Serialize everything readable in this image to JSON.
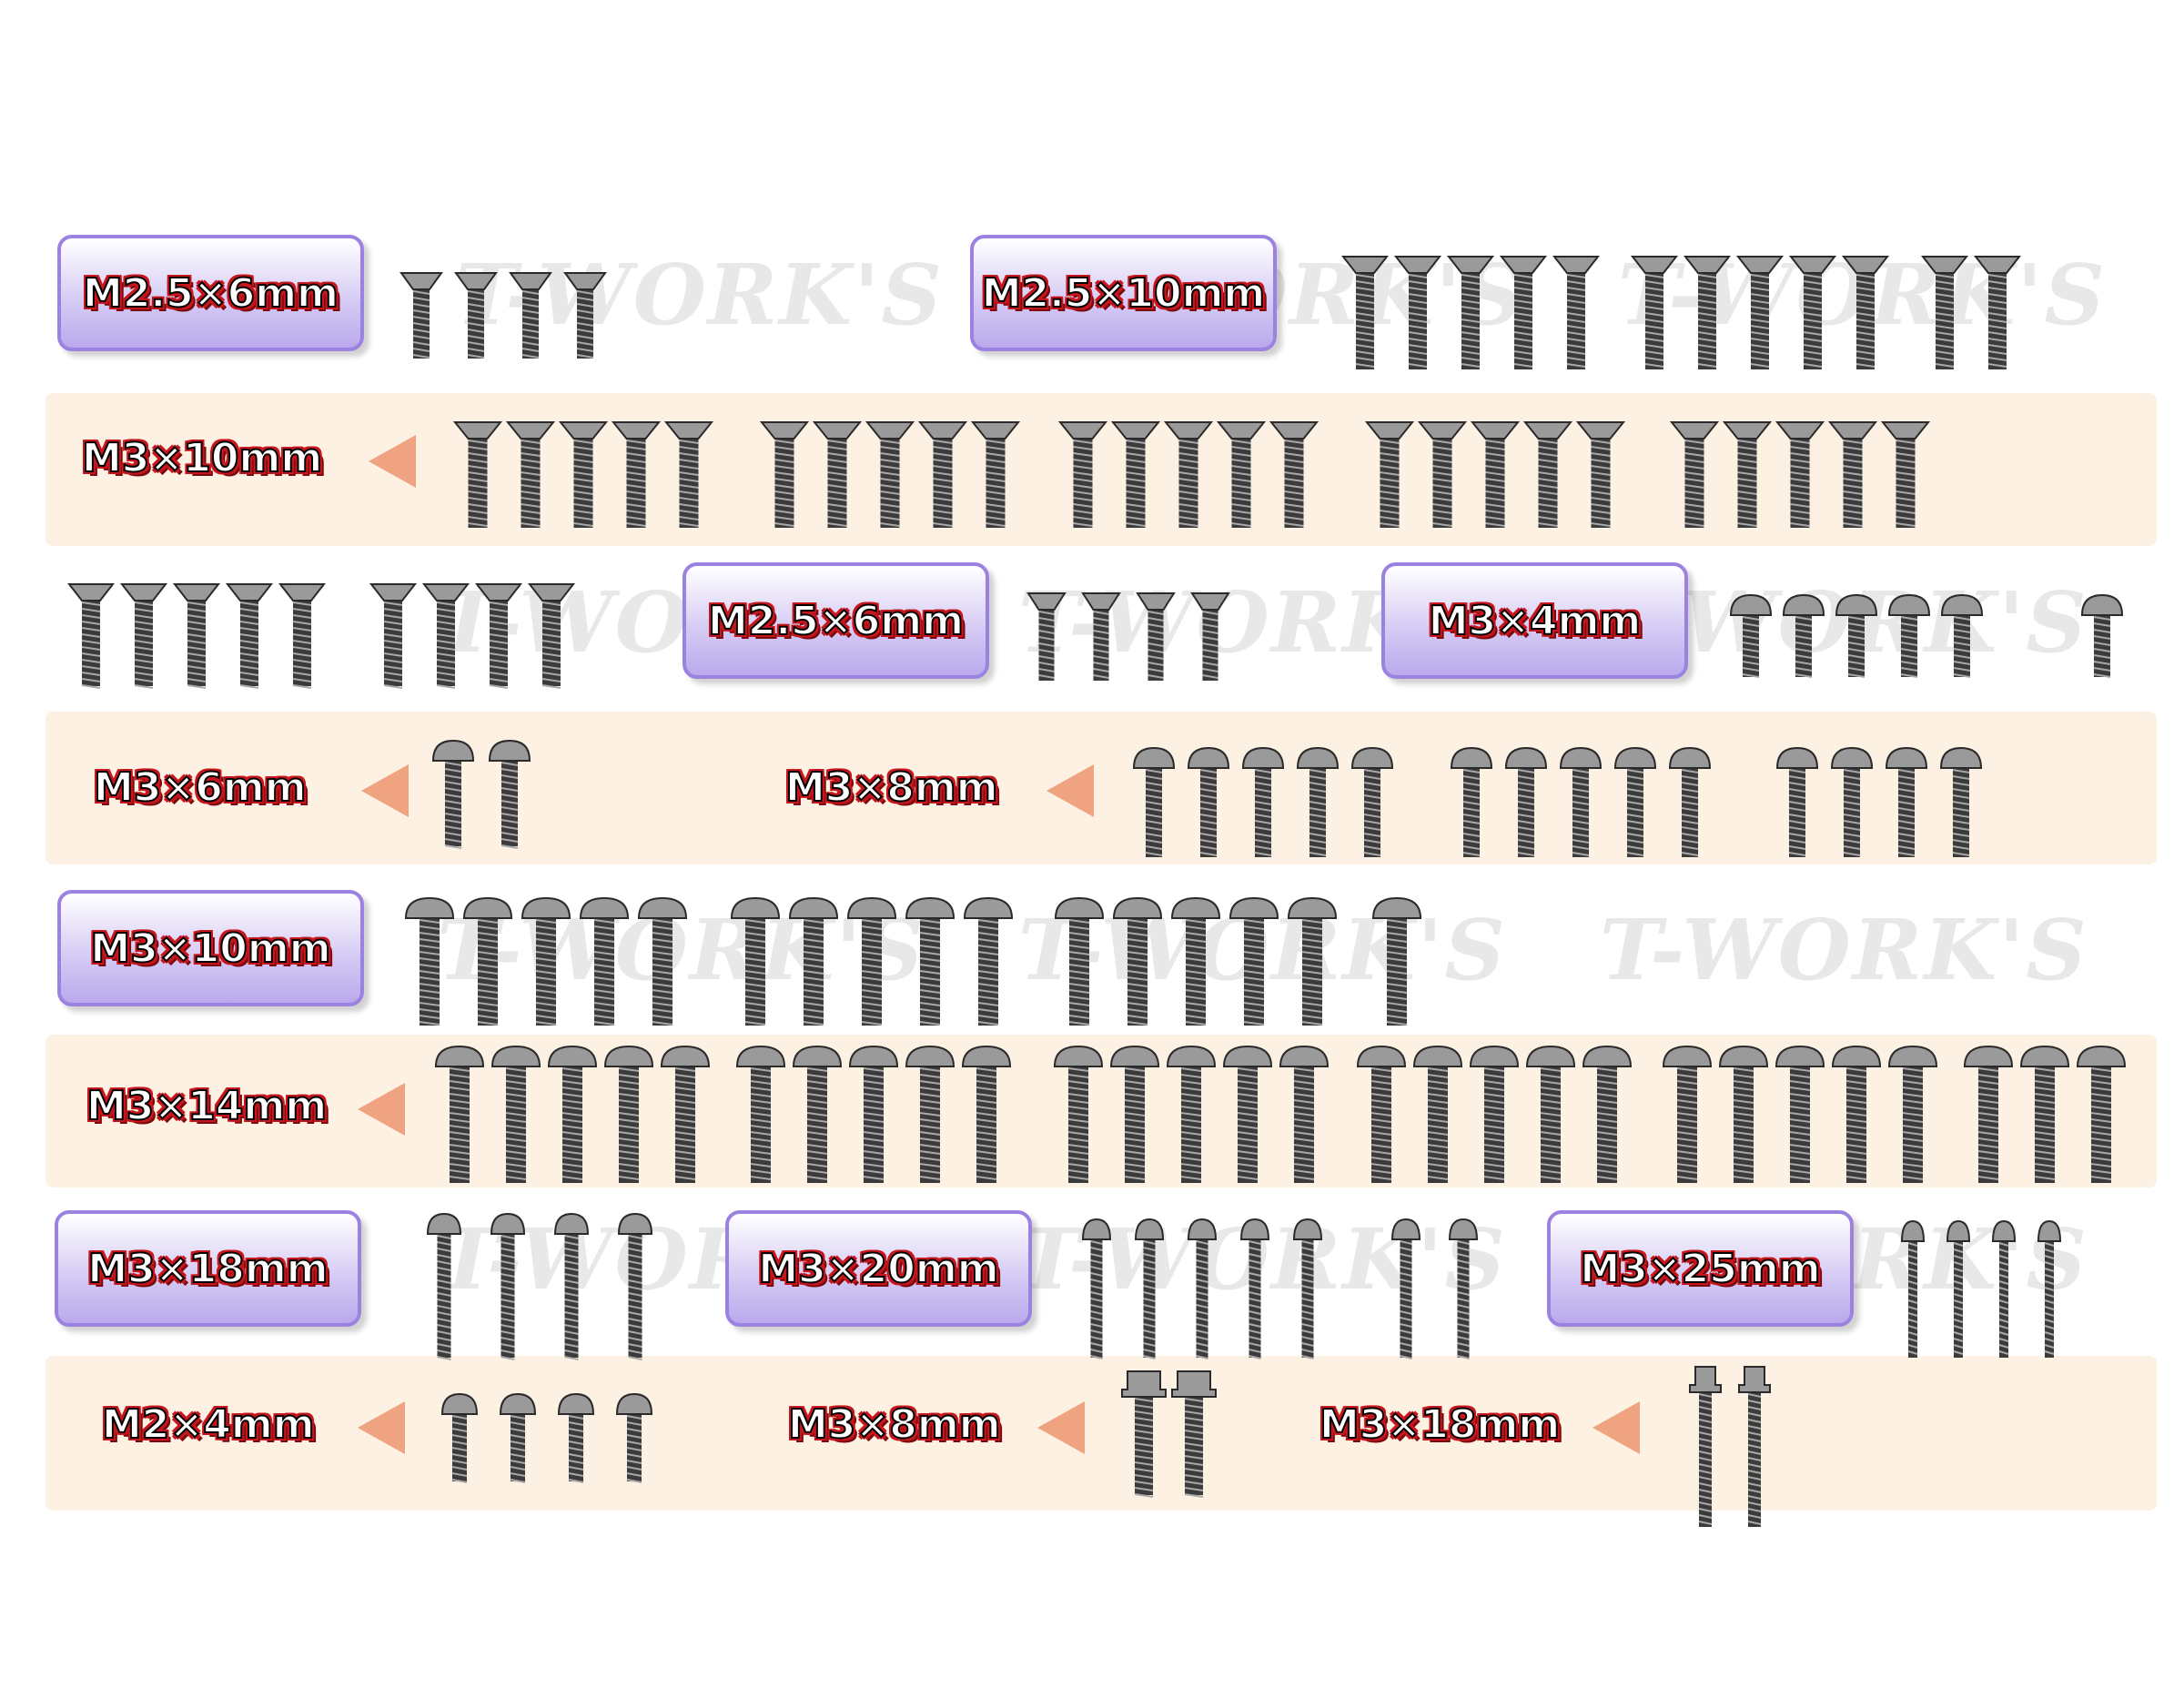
{
  "watermark": "T-WORK'S",
  "colors": {
    "band": "#fdf1e3",
    "label_box_border": "#9c82e0",
    "label_outline": "#c8161d",
    "arrow": "#f0a380",
    "screw": "#7a7a7a"
  },
  "labels": {
    "r1_a": "M2.5×6mm",
    "r1_b": "M2.5×10mm",
    "r2": "M3×10mm",
    "r3_a": "M2.5×6mm",
    "r3_b": "M3×4mm",
    "r4_a": "M3×6mm",
    "r4_b": "M3×8mm",
    "r5": "M3×10mm",
    "r6": "M3×14mm",
    "r7_a": "M3×18mm",
    "r7_b": "M3×20mm",
    "r7_c": "M3×25mm",
    "r8_a": "M2×4mm",
    "r8_b": "M3×8mm",
    "r8_c": "M3×18mm"
  },
  "icons": {
    "arrow": "triangle-left-icon",
    "flat_head_screw": "flat-head-screw-icon",
    "button_head_screw": "button-head-screw-icon",
    "flanged_screw": "flanged-screw-icon"
  }
}
